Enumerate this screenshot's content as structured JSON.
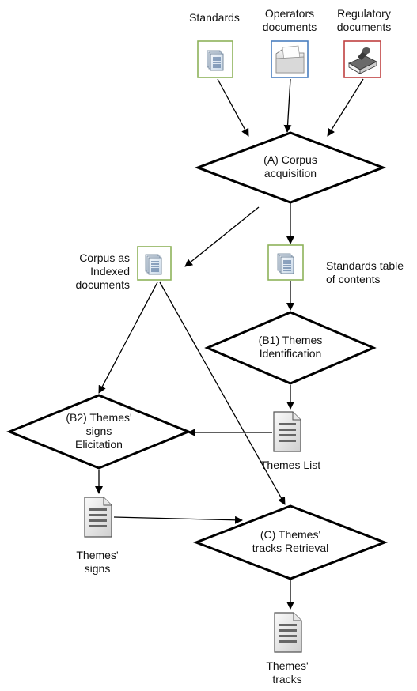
{
  "diagram": {
    "sources": [
      {
        "lines": [
          "Standards"
        ]
      },
      {
        "lines": [
          "Operators",
          "documents"
        ]
      },
      {
        "lines": [
          "Regulatory",
          "documents"
        ]
      }
    ],
    "processes": {
      "a": {
        "lines": [
          "(A) Corpus",
          "acquisition"
        ]
      },
      "b1": {
        "lines": [
          "(B1) Themes",
          "Identification"
        ]
      },
      "b2": {
        "lines": [
          "(B2) Themes'",
          "signs",
          "Elicitation"
        ]
      },
      "c": {
        "lines": [
          "(C) Themes'",
          "tracks Retrieval"
        ]
      }
    },
    "artifacts": {
      "corpus": {
        "lines": [
          "Corpus as",
          "Indexed",
          "documents"
        ]
      },
      "toc": {
        "lines": [
          "Standards table",
          "of contents"
        ]
      },
      "themes_list": {
        "lines": [
          "Themes List"
        ]
      },
      "themes_signs": {
        "lines": [
          "Themes'",
          "signs"
        ]
      },
      "themes_tracks": {
        "lines": [
          "Themes'",
          "tracks"
        ]
      }
    }
  }
}
